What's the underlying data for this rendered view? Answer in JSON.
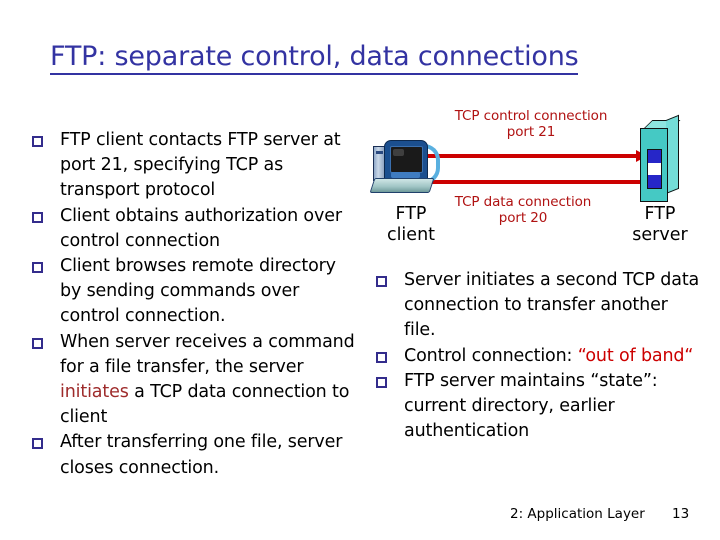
{
  "slide": {
    "title": "FTP: separate control, data connections",
    "title_color": "#3333a2",
    "footer": {
      "section": "2: Application Layer",
      "page_number": "13"
    }
  },
  "left_column": {
    "bullets": [
      {
        "pre": "FTP client contacts FTP server at port 21, specifying TCP as transport protocol",
        "highlight": "",
        "post": ""
      },
      {
        "pre": "Client obtains authorization over control connection",
        "highlight": "",
        "post": ""
      },
      {
        "pre": "Client browses remote directory by sending commands over control connection.",
        "highlight": "",
        "post": ""
      },
      {
        "pre": "When server receives a command for a file transfer, the server ",
        "highlight": "initiates",
        "post": " a TCP data connection to client"
      },
      {
        "pre": "After transferring one file, server closes connection.",
        "highlight": "",
        "post": ""
      }
    ]
  },
  "right_column": {
    "bullets": [
      {
        "pre": "Server initiates a second TCP data connection to transfer another file.",
        "highlight": "",
        "post": ""
      },
      {
        "pre": "Control connection: ",
        "highlight": "“out of band“",
        "post": ""
      },
      {
        "pre": "FTP server maintains “state”: current directory, earlier authentication",
        "highlight": "",
        "post": ""
      }
    ]
  },
  "diagram": {
    "control_connection_label": "TCP control connection\nport 21",
    "control_connection_label_line1": "TCP control connection",
    "control_connection_label_line2": "port 21",
    "data_connection_label_line1": "TCP data connection",
    "data_connection_label_line2": "port 20",
    "client_label_line1": "FTP",
    "client_label_line2": "client",
    "server_label_line1": "FTP",
    "server_label_line2": "server",
    "arrow_color": "#cc0000",
    "label_color": "#b01212",
    "server_body_color": "#45c9c4",
    "server_panel_color": "#2626c8",
    "control_arrow_direction": "right",
    "data_arrow_direction": "left"
  },
  "colors": {
    "title": "#3333a2",
    "bullet_marker": "#332c8c",
    "highlight_maroon": "#9e2b2b",
    "highlight_red": "#cc0000",
    "body_text": "#000000",
    "background": "#ffffff"
  }
}
